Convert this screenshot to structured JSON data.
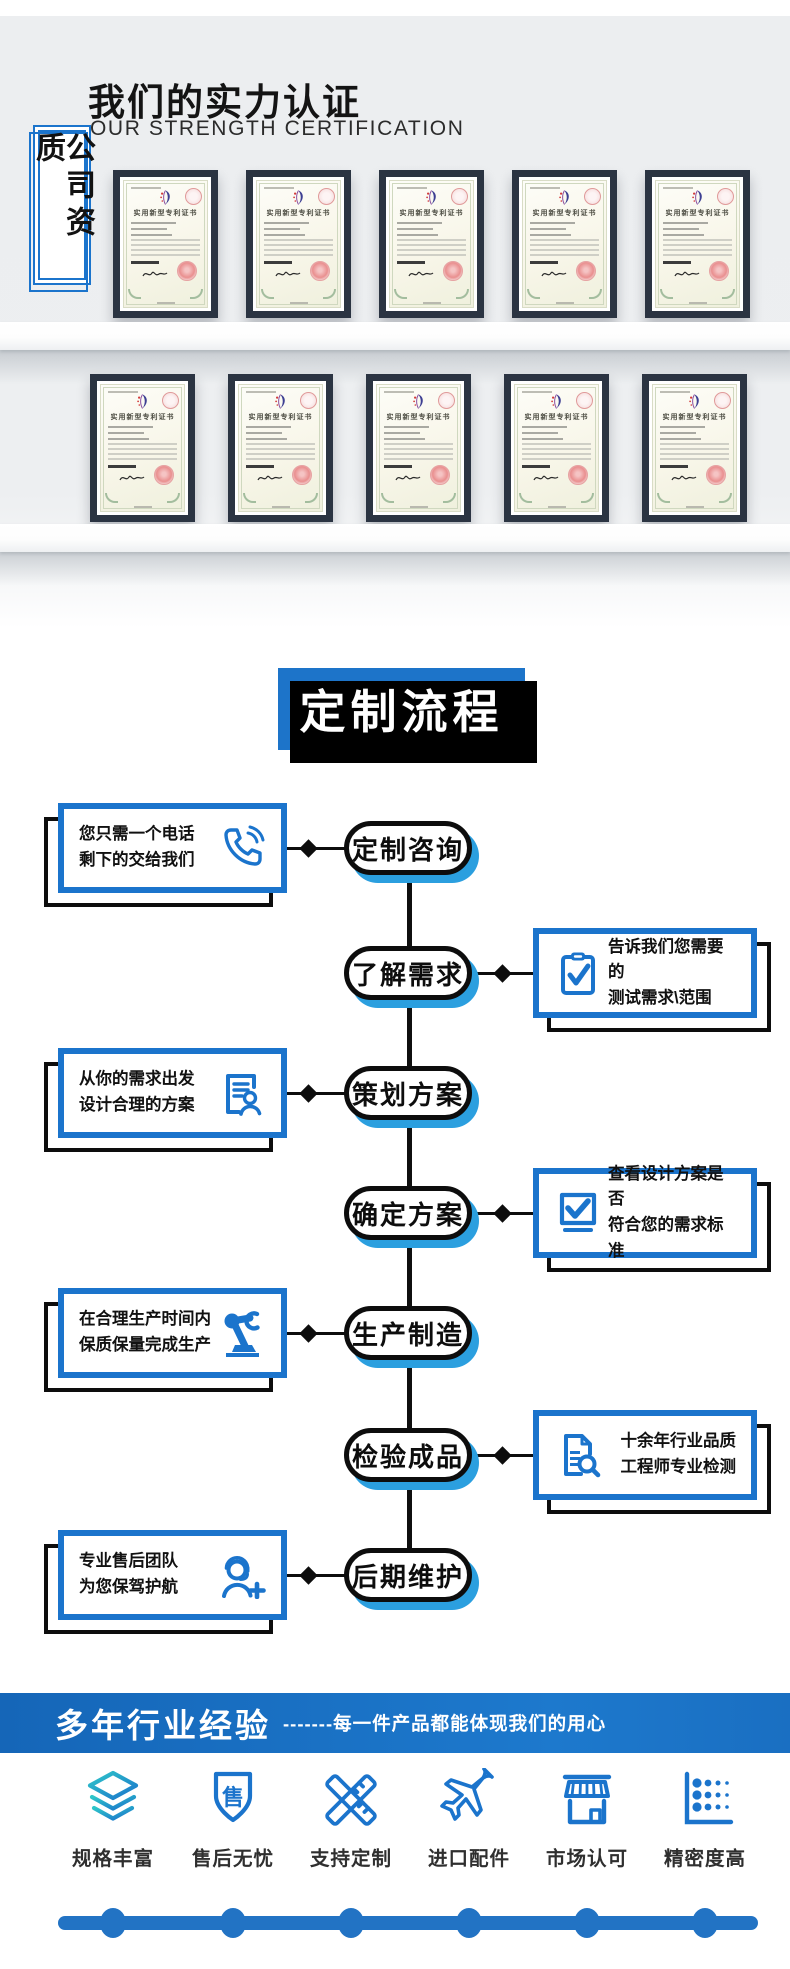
{
  "certification": {
    "tag": "公司资质",
    "title": "我们的实力认证",
    "subtitle": "OUR STRENGTH CERTIFICATION",
    "certificate_title": "实用新型专利证书",
    "shelves": [
      {
        "count": 5
      },
      {
        "count": 5
      }
    ]
  },
  "process": {
    "title": "定制流程",
    "steps": [
      {
        "label": "定制咨询",
        "side": "left",
        "note": "您只需一个电话\n剩下的交给我们",
        "icon": "phone-icon"
      },
      {
        "label": "了解需求",
        "side": "right",
        "note": "告诉我们您需要的\n测试需求\\范围",
        "icon": "clipboard-check-icon"
      },
      {
        "label": "策划方案",
        "side": "left",
        "note": "从你的需求出发\n设计合理的方案",
        "icon": "document-user-icon"
      },
      {
        "label": "确定方案",
        "side": "right",
        "note": "查看设计方案是否\n符合您的需求标准",
        "icon": "checkbox-check-icon"
      },
      {
        "label": "生产制造",
        "side": "left",
        "note": "在合理生产时间内\n保质保量完成生产",
        "icon": "robot-arm-icon"
      },
      {
        "label": "检验成品",
        "side": "right",
        "note": "十余年行业品质\n工程师专业检测",
        "icon": "inspect-document-icon"
      },
      {
        "label": "后期维护",
        "side": "left",
        "note": "专业售后团队\n为您保驾护航",
        "icon": "support-agent-icon"
      }
    ]
  },
  "experience": {
    "title": "多年行业经验",
    "tagline": "-------每一件产品都能体现我们的用心",
    "features": [
      {
        "label": "规格丰富",
        "icon": "layers-icon"
      },
      {
        "label": "售后无忧",
        "icon": "shield-icon",
        "badge": "售"
      },
      {
        "label": "支持定制",
        "icon": "tools-icon"
      },
      {
        "label": "进口配件",
        "icon": "plane-icon"
      },
      {
        "label": "市场认可",
        "icon": "store-icon"
      },
      {
        "label": "精密度高",
        "icon": "precision-icon"
      }
    ]
  },
  "colors": {
    "accent_blue": "#1b74cc",
    "banner_blue": "#1a70c8",
    "pill_shadow_blue": "#2b9fdf",
    "ink_black": "#0d0d0d",
    "wall_gray": "#edeff1",
    "frame_navy": "#2b3442",
    "teal": "#2ec6c9",
    "seal_red": "#e98f8f"
  }
}
